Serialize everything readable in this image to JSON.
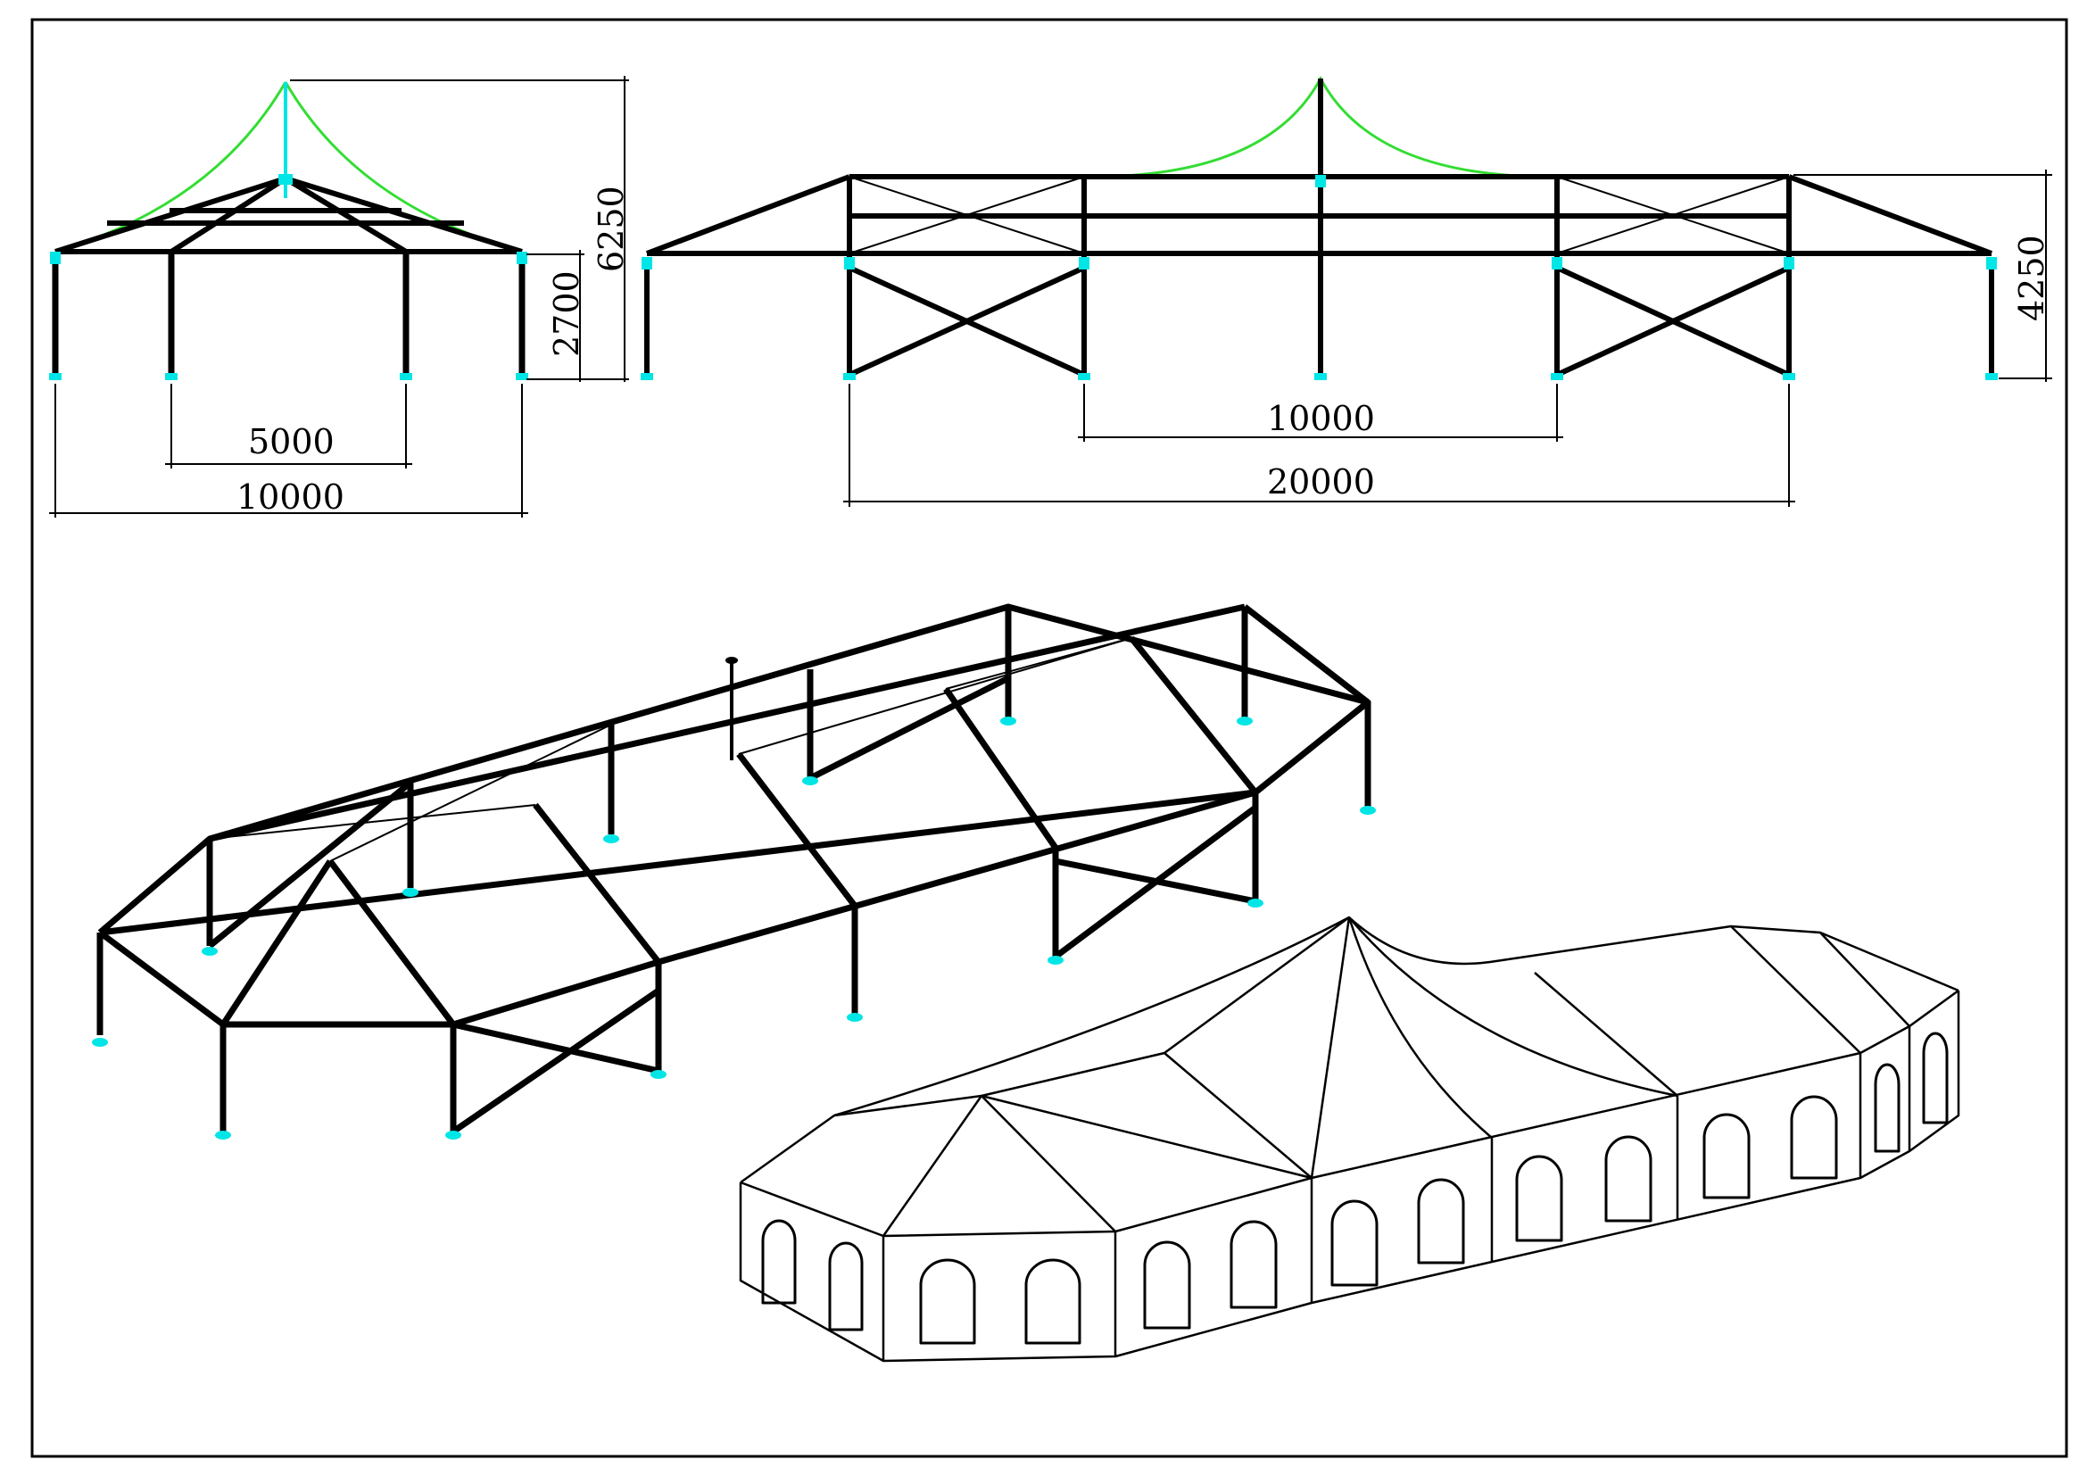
{
  "colors": {
    "frame": "#000000",
    "roof_curve": "#33dd33",
    "joint": "#00e5e5",
    "background": "#ffffff"
  },
  "front_view": {
    "dim_height_total": "6250",
    "dim_height_eave": "2700",
    "dim_width_inner": "5000",
    "dim_width_total": "10000"
  },
  "side_view": {
    "dim_height": "4250",
    "dim_center_span": "10000",
    "dim_total_length": "20000"
  }
}
